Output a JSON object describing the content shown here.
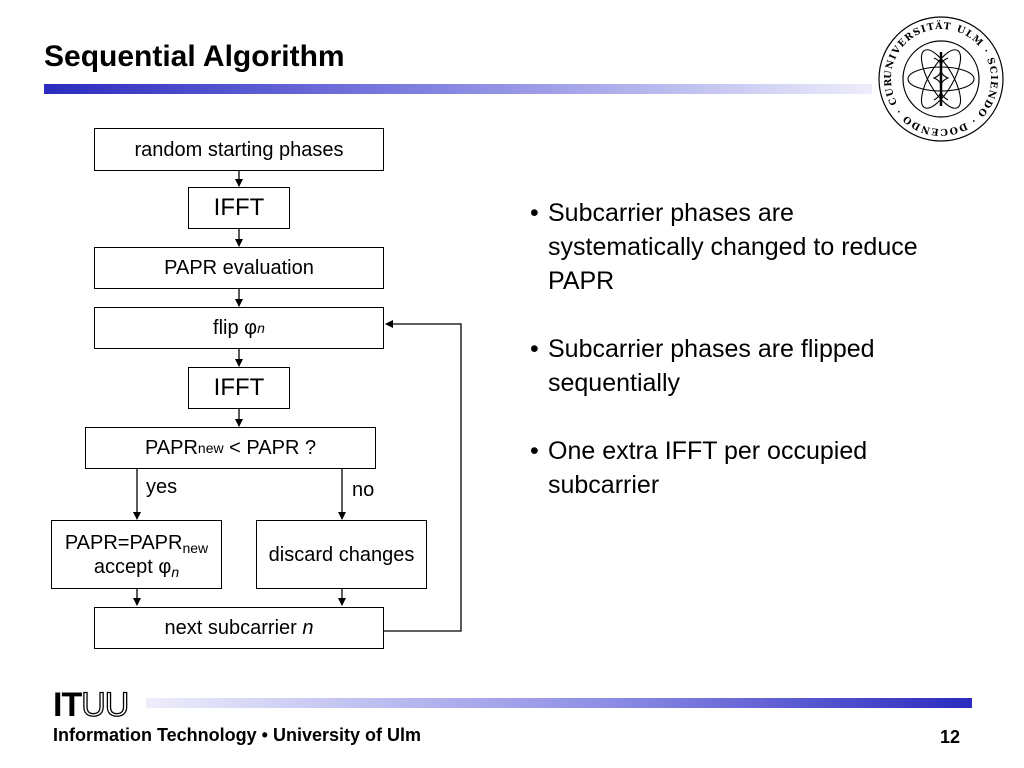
{
  "slide": {
    "title": "Sequential Algorithm",
    "page_number": "12"
  },
  "footer": {
    "logo_it": "IT",
    "logo_uu": "UU",
    "text": "Information Technology • University of Ulm"
  },
  "seal": {
    "text": "UNIVERSITÄT ULM · SCIENDO · DOCENDO · CURANDO ·"
  },
  "flowchart": {
    "start": "random starting phases",
    "ifft_1": "IFFT",
    "papr_eval": "PAPR evaluation",
    "flip_prefix": "flip φ",
    "flip_var": "n",
    "ifft_2": "IFFT",
    "decision_a": "PAPR",
    "decision_sub": "new",
    "decision_b": " < PAPR ?",
    "yes_label": "yes",
    "no_label": "no",
    "accept_line1": "PAPR=PAPR",
    "accept_sub": "new",
    "accept_line2": "accept φ",
    "accept_var": "n",
    "discard": "discard changes",
    "next_prefix": "next subcarrier ",
    "next_var": "n"
  },
  "bullets": [
    "Subcarrier phases are systematically changed to reduce PAPR",
    "Subcarrier phases are flipped sequentially",
    "One extra IFFT per occupied subcarrier"
  ],
  "colors": {
    "accent_dark": "#2b2bbf",
    "accent_light": "#ededfb"
  }
}
